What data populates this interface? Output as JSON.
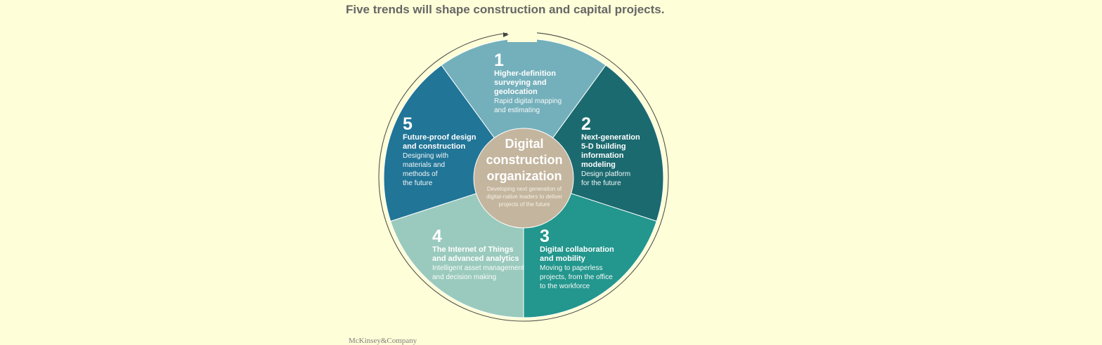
{
  "title": "Five trends will shape construction and capital projects.",
  "center": {
    "title": "Digital\nconstruction\norganization",
    "description": "Developing next generation of\ndigital-native leaders to deliver\nprojects of the future",
    "color": "#c4b59e"
  },
  "segments": [
    {
      "number": "1",
      "title": "Higher-definition\nsurveying and\ngeolocation",
      "description": "Rapid digital mapping\nand estimating",
      "color": "#74b0bb"
    },
    {
      "number": "2",
      "title": "Next-generation\n5-D building\ninformation\nmodeling",
      "description": "Design platform\nfor the future",
      "color": "#1b6a6f"
    },
    {
      "number": "3",
      "title": "Digital collaboration\nand mobility",
      "description": "Moving to paperless\nprojects, from the office\nto the workforce",
      "color": "#23968d"
    },
    {
      "number": "4",
      "title": "The Internet of Things\nand advanced analytics",
      "description": "Intelligent asset management\nand decision making",
      "color": "#9acabd"
    },
    {
      "number": "5",
      "title": "Future-proof design\nand construction",
      "description": "Designing with\nmaterials and\nmethods of\nthe future",
      "color": "#217597"
    }
  ],
  "colors": {
    "background": "#fefed8",
    "ring": "#444444",
    "divider": "#ffffff"
  },
  "logo": "McKinsey&Company"
}
